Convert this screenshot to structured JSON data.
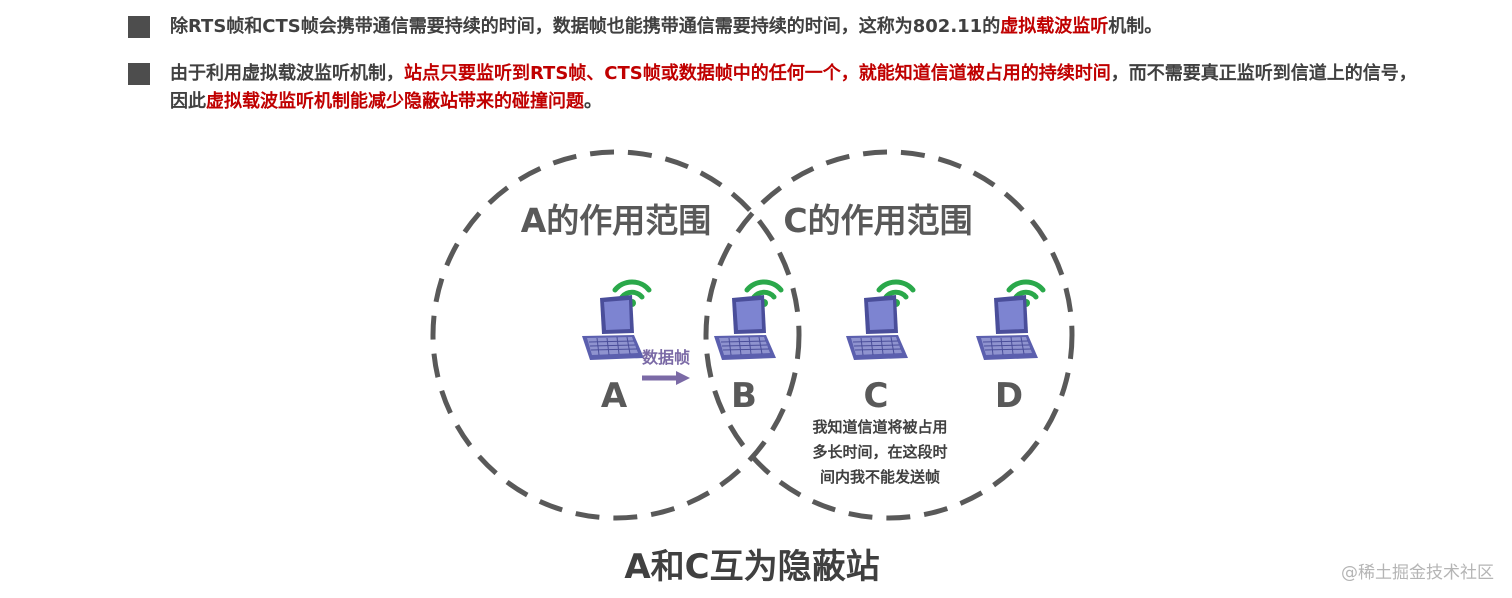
{
  "bullets": [
    {
      "parts": [
        {
          "text": "除RTS帧和CTS帧会携带通信需要持续的时间，数据帧也能携带通信需要持续的时间，这称为802.11的",
          "hl": false
        },
        {
          "text": "虚拟载波监听",
          "hl": true
        },
        {
          "text": "机制。",
          "hl": false
        }
      ]
    },
    {
      "parts": [
        {
          "text": "由于利用虚拟载波监听机制，",
          "hl": false
        },
        {
          "text": "站点只要监听到RTS帧、CTS帧或数据帧中的任何一个，就能知道信道被占用的持续时间",
          "hl": true
        },
        {
          "text": "，而不需要真正监听到信道上的信号，因此",
          "hl": false
        },
        {
          "text": "虚拟载波监听机制能减少隐蔽站带来的碰撞问题",
          "hl": true
        },
        {
          "text": "。",
          "hl": false
        }
      ]
    }
  ],
  "diagram": {
    "range_a": "A的作用范围",
    "range_c": "C的作用范围",
    "stations": [
      "A",
      "B",
      "C",
      "D"
    ],
    "arrow_label": "数据帧",
    "note_lines": [
      "我知道信道将被占用",
      "多长时间，在这段时",
      "间内我不能发送帧"
    ],
    "caption": "A和C互为隐蔽站"
  },
  "colors": {
    "highlight": "#c00000",
    "text": "#404040",
    "wifi": "#2aa84a",
    "laptop": "#5b5fae",
    "arrow": "#7b6aa6"
  },
  "watermark": "@稀土掘金技术社区"
}
